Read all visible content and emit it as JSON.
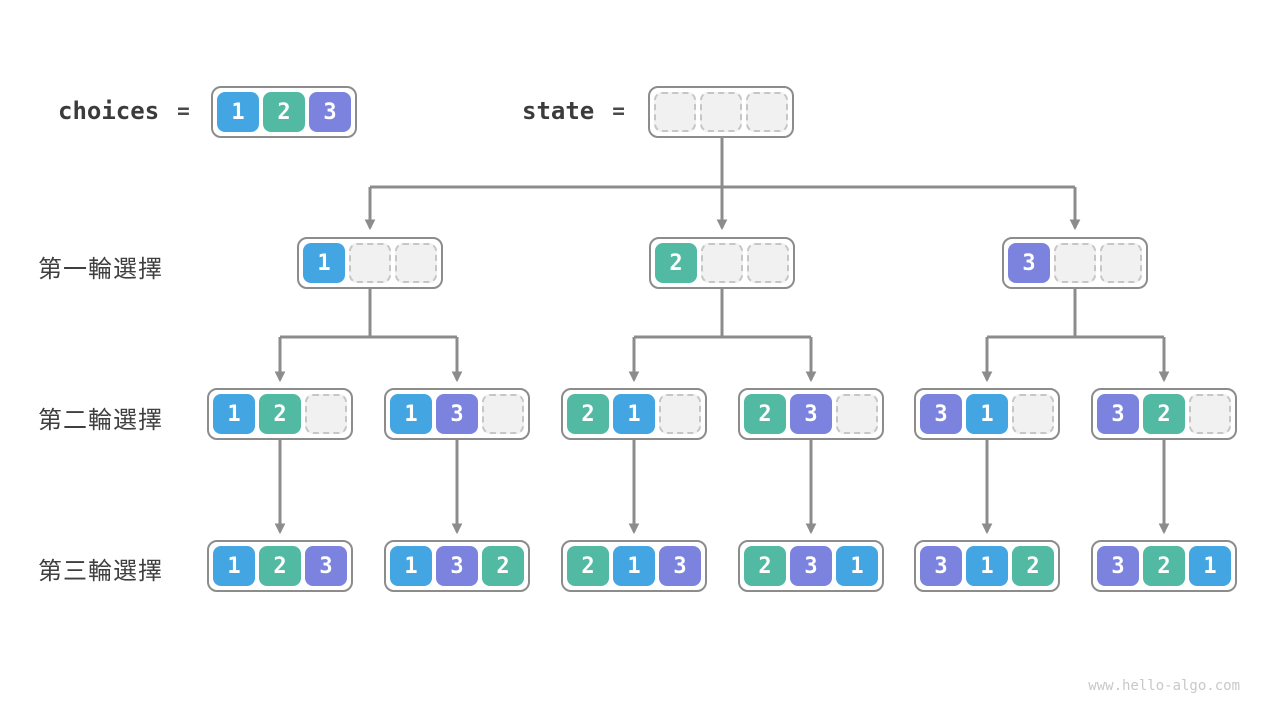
{
  "palette": {
    "1": "#43A6E2",
    "2": "#52B9A3",
    "3": "#7B83DF",
    "empty_fill": "#F1F1F1",
    "empty_border": "#C6C6C6",
    "container_border": "#8C8C8C",
    "arrow": "#8C8C8C",
    "text": "#3F3F3F",
    "footer_text": "#C8C8C8"
  },
  "header": {
    "choices_label": "choices",
    "choices_equals": "=",
    "choices": [
      1,
      2,
      3
    ],
    "state_label": "state",
    "state_equals": "=",
    "state": [
      null,
      null,
      null
    ]
  },
  "rows": [
    {
      "label": "第一輪選擇",
      "nodes": [
        {
          "cells": [
            1,
            null,
            null
          ]
        },
        {
          "cells": [
            2,
            null,
            null
          ]
        },
        {
          "cells": [
            3,
            null,
            null
          ]
        }
      ]
    },
    {
      "label": "第二輪選擇",
      "nodes": [
        {
          "cells": [
            1,
            2,
            null
          ]
        },
        {
          "cells": [
            1,
            3,
            null
          ]
        },
        {
          "cells": [
            2,
            1,
            null
          ]
        },
        {
          "cells": [
            2,
            3,
            null
          ]
        },
        {
          "cells": [
            3,
            1,
            null
          ]
        },
        {
          "cells": [
            3,
            2,
            null
          ]
        }
      ]
    },
    {
      "label": "第三輪選擇",
      "nodes": [
        {
          "cells": [
            1,
            2,
            3
          ]
        },
        {
          "cells": [
            1,
            3,
            2
          ]
        },
        {
          "cells": [
            2,
            1,
            3
          ]
        },
        {
          "cells": [
            2,
            3,
            1
          ]
        },
        {
          "cells": [
            3,
            1,
            2
          ]
        },
        {
          "cells": [
            3,
            2,
            1
          ]
        }
      ]
    }
  ],
  "footer": {
    "url": "www.hello-algo.com"
  }
}
